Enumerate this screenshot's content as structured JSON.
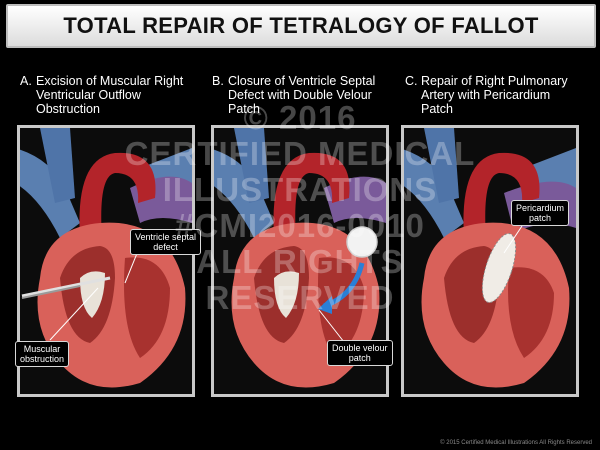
{
  "title": "TOTAL REPAIR OF TETRALOGY OF FALLOT",
  "panels": [
    {
      "letter": "A.",
      "caption_lines": [
        "Excision of Muscular Right",
        "Ventricular Outflow",
        "Obstruction"
      ],
      "labels": [
        {
          "lines": [
            "Ventricle septal",
            "defect"
          ]
        },
        {
          "lines": [
            "Muscular",
            "obstruction"
          ]
        }
      ]
    },
    {
      "letter": "B.",
      "caption_lines": [
        "Closure of Ventricle Septal",
        "Defect with Double Velour",
        "Patch"
      ],
      "labels": [
        {
          "lines": [
            "Double velour",
            "patch"
          ]
        }
      ]
    },
    {
      "letter": "C.",
      "caption_lines": [
        "Repair of Right Pulmonary",
        "Artery with Pericardium",
        "Patch"
      ],
      "labels": [
        {
          "lines": [
            "Pericardium",
            "patch"
          ]
        }
      ]
    }
  ],
  "watermark_lines": [
    "© 2016",
    "CERTIFIED MEDICAL",
    "ILLUSTRATIONS",
    "#CMI2016-0010",
    "ALL RIGHTS",
    "RESERVED"
  ],
  "copyright": "© 2015 Certified Medical Illustrations All Rights Reserved",
  "colors": {
    "vein_blue": "#5a7fb0",
    "artery_red": "#b3242a",
    "myocardium": "#d9615a",
    "pulmonary_purple": "#7a5a9a",
    "frame": "#c9c9c9"
  }
}
